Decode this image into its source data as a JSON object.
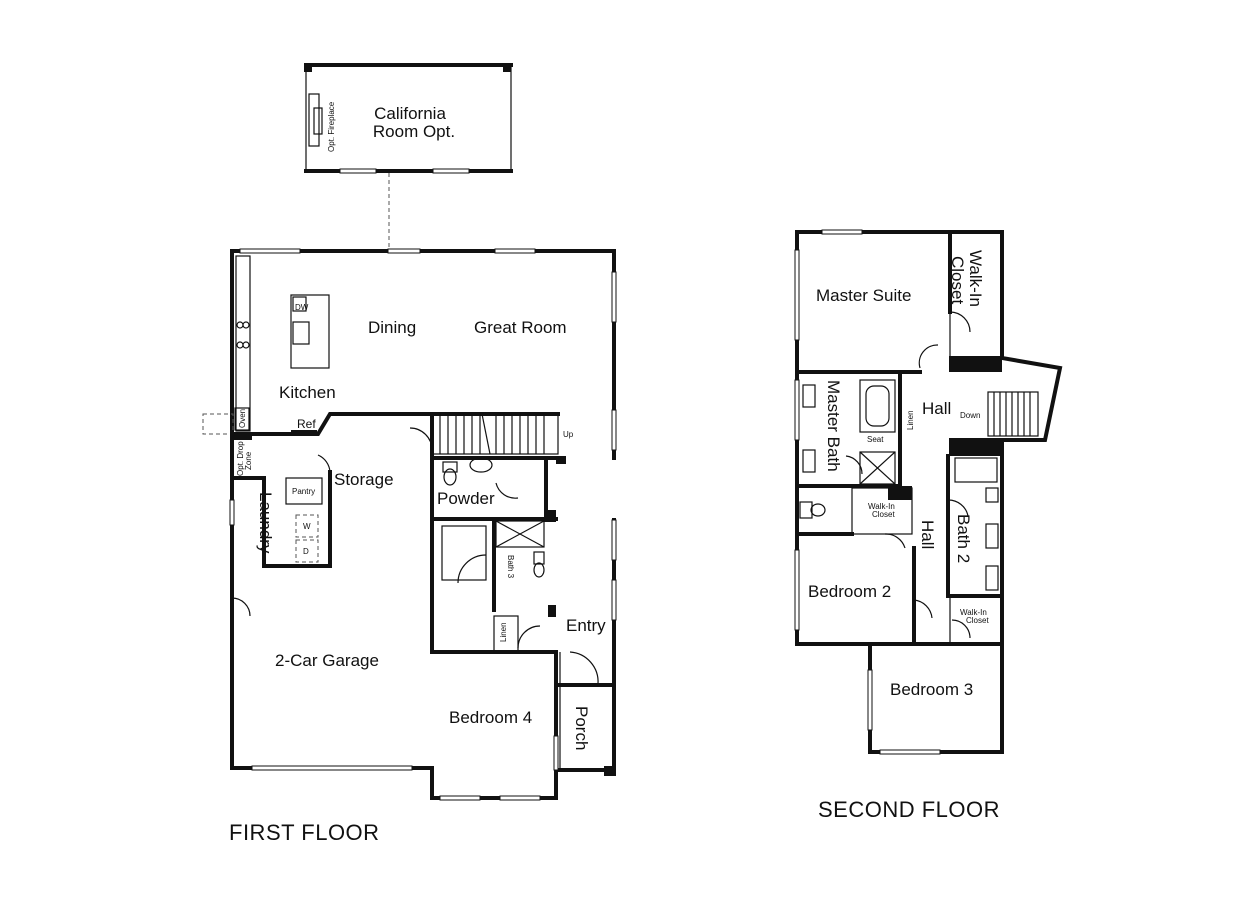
{
  "first_floor": {
    "title": "FIRST FLOOR",
    "rooms": {
      "california_room_1": "California",
      "california_room_2": "Room Opt.",
      "opt_fireplace": "Opt. Fireplace",
      "dining": "Dining",
      "great_room": "Great Room",
      "kitchen": "Kitchen",
      "dw": "DW",
      "oven": "Oven",
      "ref": "Ref",
      "up": "Up",
      "opt_drop_zone_1": "Opt. Drop",
      "opt_drop_zone_2": "Zone",
      "storage": "Storage",
      "pantry": "Pantry",
      "laundry": "Laundry",
      "washer": "W",
      "dryer": "D",
      "powder": "Powder",
      "bath3": "Bath 3",
      "linen": "Linen",
      "entry": "Entry",
      "garage": "2-Car Garage",
      "bedroom4": "Bedroom 4",
      "porch": "Porch"
    }
  },
  "second_floor": {
    "title": "SECOND FLOOR",
    "rooms": {
      "master_suite": "Master Suite",
      "walkin_closet_1": "Walk-In",
      "walkin_closet_2": "Closet",
      "master_bath": "Master Bath",
      "seat": "Seat",
      "linen": "Linen",
      "hall_upper": "Hall",
      "down": "Down",
      "small_closet_1": "Walk-In",
      "small_closet_2": "Closet",
      "hall_lower": "Hall",
      "bath2": "Bath 2",
      "bedroom2": "Bedroom 2",
      "closet3_1": "Walk-In",
      "closet3_2": "Closet",
      "bedroom3": "Bedroom 3"
    }
  }
}
